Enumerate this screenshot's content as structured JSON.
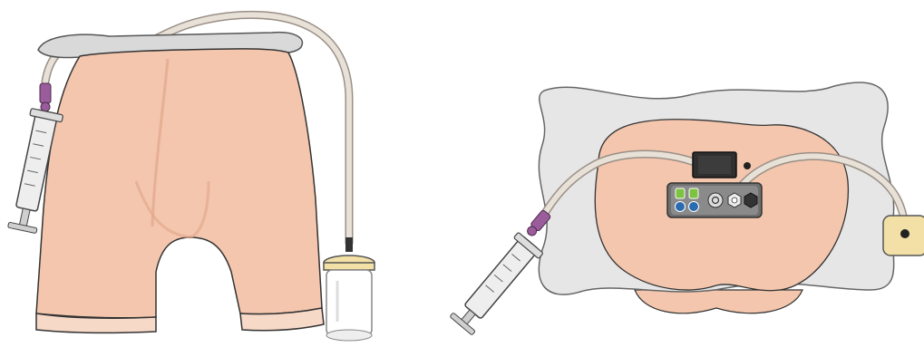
{
  "illustration": {
    "left_view": "rear-pelvis-manikin",
    "right_view": "top-down-control-panel"
  },
  "colors": {
    "skin": "#f3c6ad",
    "skin_shadow": "#e3a98d",
    "skin_rim": "#f7d9c8",
    "pad": "#d9d9d9",
    "tube": "#e8e1d8",
    "connector": "#9b5c9c",
    "syringe_body": "#eeeeee",
    "cap": "#f2e0a6",
    "panel": "#6f6f6f",
    "screen": "#2f2f2f",
    "led_green": "#7dc241",
    "led_blue": "#2b6cb0"
  },
  "panel": {
    "buttons": [
      "green-indicator-1",
      "green-indicator-2",
      "blue-button-1",
      "blue-button-2",
      "power-button",
      "nut-connector-1",
      "nut-connector-2"
    ]
  }
}
